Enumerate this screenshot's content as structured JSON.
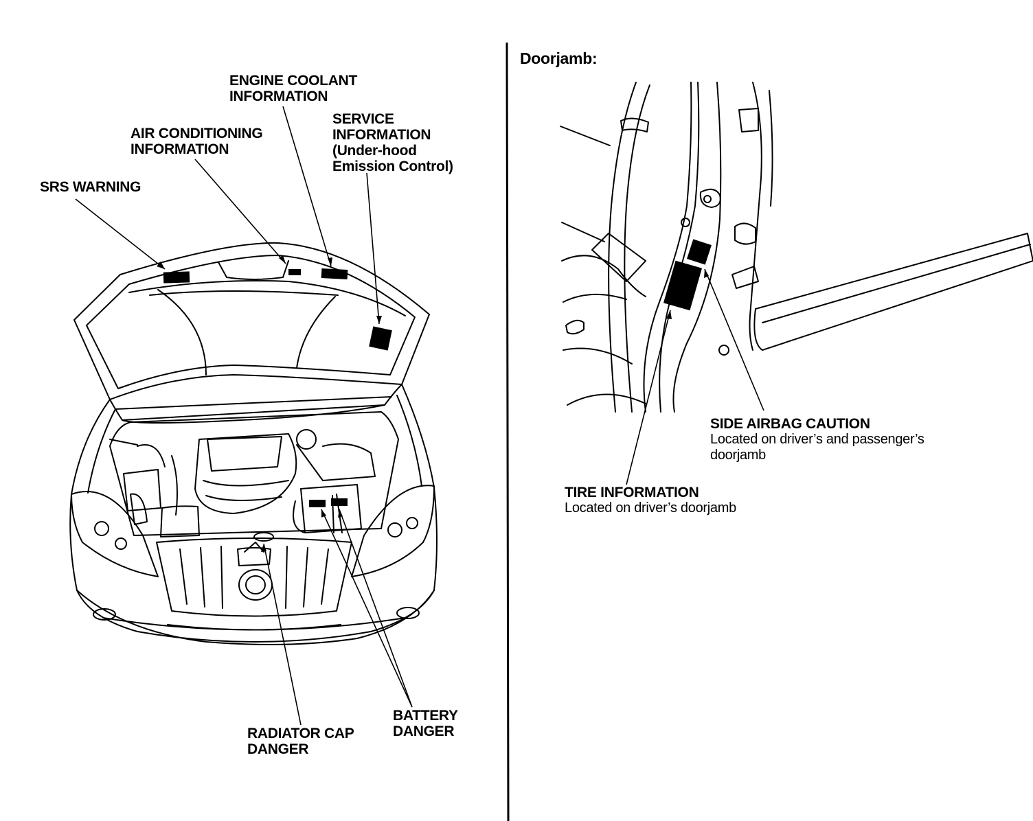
{
  "doorjamb_heading": "Doorjamb:",
  "labels": {
    "engine_coolant": [
      "ENGINE COOLANT",
      "INFORMATION"
    ],
    "service_info": [
      "SERVICE",
      "INFORMATION",
      "(Under-hood",
      "Emission Control)"
    ],
    "air_conditioning": [
      "AIR CONDITIONING",
      "INFORMATION"
    ],
    "srs_warning": "SRS WARNING",
    "radiator_cap": [
      "RADIATOR CAP",
      "DANGER"
    ],
    "battery": [
      "BATTERY",
      "DANGER"
    ],
    "side_airbag": {
      "title": "SIDE AIRBAG CAUTION",
      "note": [
        "Located on driver’s and passenger’s",
        "doorjamb"
      ]
    },
    "tire_info": {
      "title": "TIRE INFORMATION",
      "note": "Located on driver’s doorjamb"
    }
  }
}
